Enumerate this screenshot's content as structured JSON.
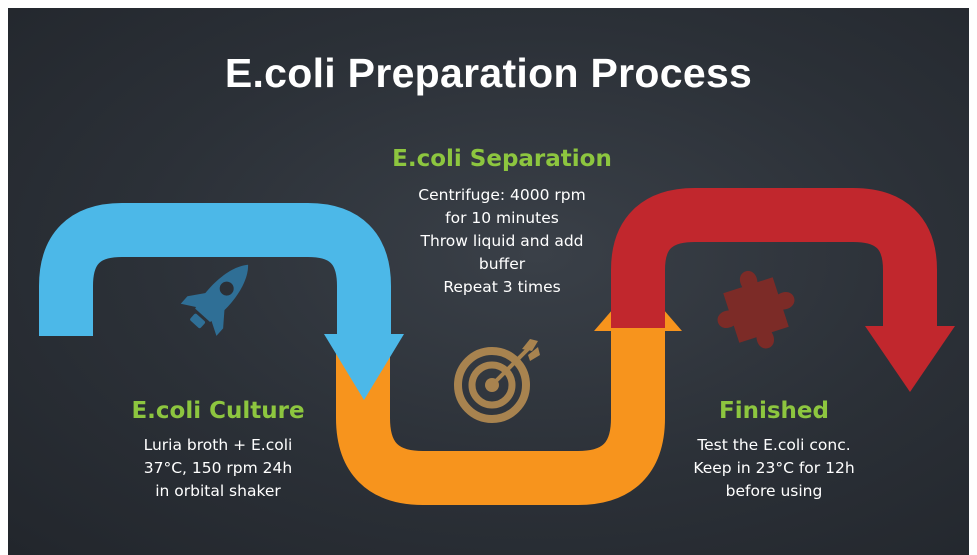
{
  "title": "E.coli Preparation Process",
  "colors": {
    "background": "#2b3037",
    "culture": "#4cb8e8",
    "separation": "#f7941d",
    "finished": "#c1272d",
    "heading": "#8dc63f",
    "icon_culture": "#2f6f96",
    "icon_separation": "#a8834f",
    "icon_finished": "#7c2b27"
  },
  "steps": {
    "culture": {
      "title": "E.coli Culture",
      "lines": [
        "Luria broth + E.coli",
        "37°C, 150 rpm 24h",
        "in orbital shaker"
      ],
      "icon": "rocket-icon"
    },
    "separation": {
      "title": "E.coli Separation",
      "lines": [
        "Centrifuge: 4000 rpm",
        "for 10 minutes",
        "Throw liquid and add",
        "buffer",
        "Repeat 3 times"
      ],
      "icon": "target-icon"
    },
    "finished": {
      "title": "Finished",
      "lines": [
        "Test the E.coli conc.",
        "Keep in 23°C for 12h",
        "before using"
      ],
      "icon": "puzzle-piece-icon"
    }
  }
}
